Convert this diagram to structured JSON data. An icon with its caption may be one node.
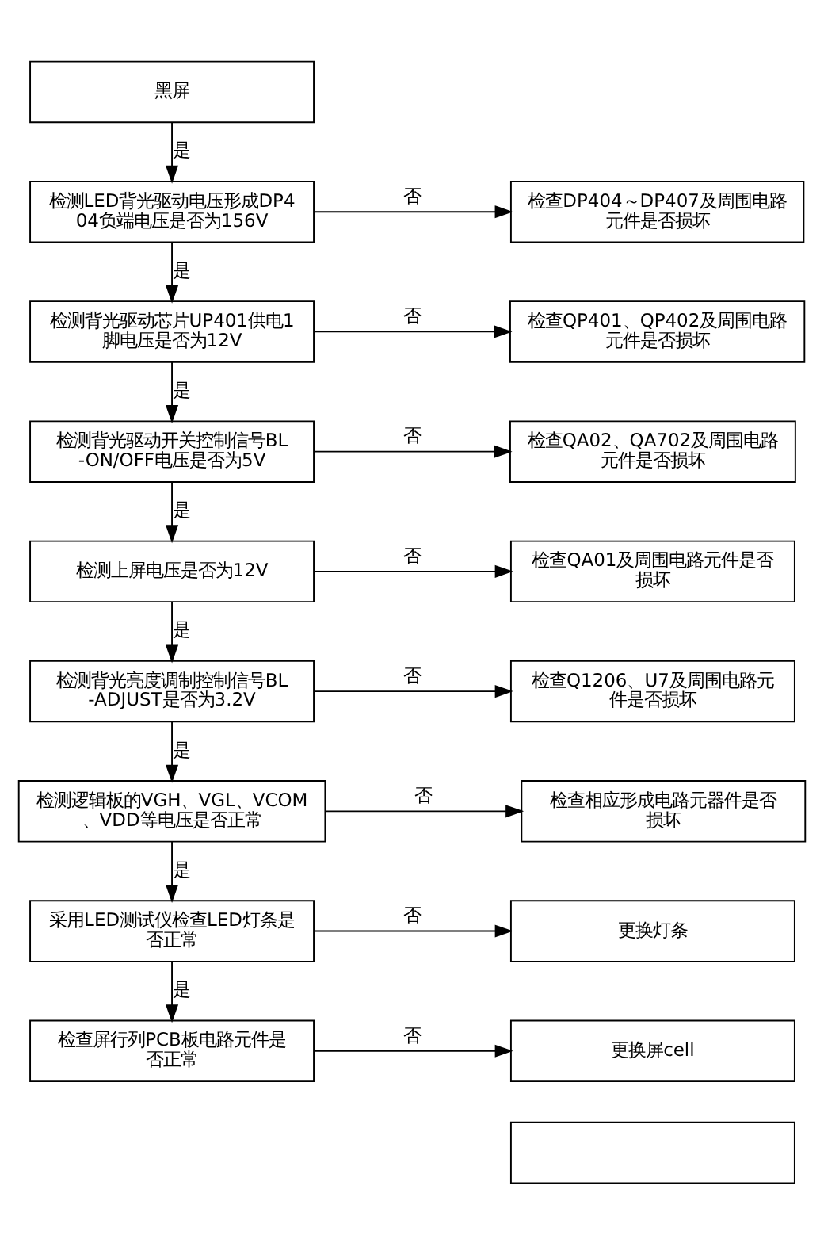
{
  "diagram": {
    "nodes": [
      {
        "text": [
          "黑屏"
        ]
      },
      {
        "text": [
          "检测LED背光驱动电压形成DP404负端电压是否为156V"
        ]
      },
      {
        "text": [
          "检查DP404～DP407及周围电路元件是否损坏"
        ]
      },
      {
        "text": [
          "检测背光驱动芯片UP401供电1脚电压是否为12V"
        ]
      },
      {
        "text": [
          "检查QP401、QP402及周围电路元件是否损坏"
        ]
      },
      {
        "text": [
          "检测背光驱动开关控制信号BL-ON/OFF电压是否为5V"
        ]
      },
      {
        "text": [
          "检查QA02、QA702及周围电路元件是否损坏"
        ]
      },
      {
        "text": [
          "检测上屏电压是否为12V"
        ]
      },
      {
        "text": [
          "检查QA01及周围电路元件是否损坏"
        ]
      },
      {
        "text": [
          "检测背光亮度调制控制信号BL-ADJUST是否为3.2V"
        ]
      },
      {
        "text": [
          "检查Q1206、U7及周围电路元件是否损坏"
        ]
      },
      {
        "text": [
          "检测逻辑板的VGH、VGL、VCOM、VDD等电压是否正常"
        ]
      },
      {
        "text": [
          "检查相应形成电路元器件是否损坏"
        ]
      },
      {
        "text": [
          "采用LED测试仪检查LED灯条是否正常"
        ]
      },
      {
        "text": [
          "更换灯条"
        ]
      },
      {
        "text": [
          "检查屏行列PCB板电路元件是否正常"
        ]
      },
      {
        "text": [
          "更换屏cell"
        ]
      },
      {
        "text": [],
        "shape": "box"
      }
    ],
    "edges": [
      {
        "from": 0,
        "to": 1,
        "arrow": "to",
        "label": "是"
      },
      {
        "from": 1,
        "to": 2,
        "arrow": "to",
        "label": "否"
      },
      {
        "from": 1,
        "to": 3,
        "arrow": "to",
        "label": "是"
      },
      {
        "from": 3,
        "to": 4,
        "arrow": "to",
        "label": "否"
      },
      {
        "from": 3,
        "to": 5,
        "arrow": "to",
        "label": "是"
      },
      {
        "from": 5,
        "to": 6,
        "arrow": "to",
        "label": "否"
      },
      {
        "from": 5,
        "to": 7,
        "arrow": "to",
        "label": "是"
      },
      {
        "from": 7,
        "to": 8,
        "arrow": "to",
        "label": "否"
      },
      {
        "from": 7,
        "to": 9,
        "arrow": "to",
        "label": "是"
      },
      {
        "from": 9,
        "to": 10,
        "arrow": "to",
        "label": "否"
      },
      {
        "from": 9,
        "to": 11,
        "arrow": "to",
        "label": "是"
      },
      {
        "from": 11,
        "to": 12,
        "arrow": "to",
        "label": "否"
      },
      {
        "from": 11,
        "to": 13,
        "arrow": "to",
        "label": "是"
      },
      {
        "from": 13,
        "to": 14,
        "arrow": "to",
        "label": "否"
      },
      {
        "from": 13,
        "to": 15,
        "arrow": "to",
        "label": "是"
      },
      {
        "from": 15,
        "to": 16,
        "arrow": "to",
        "label": "否"
      }
    ]
  }
}
